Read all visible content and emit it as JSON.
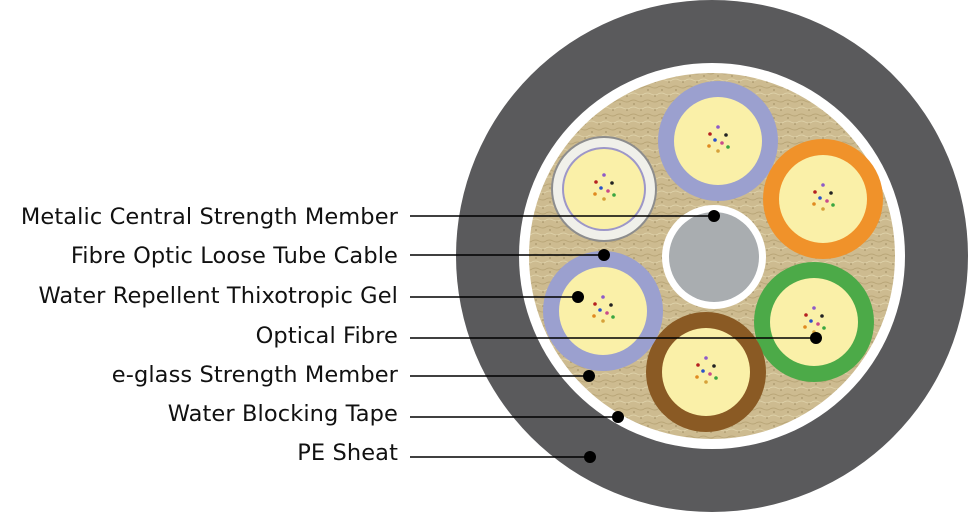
{
  "labels": [
    "Metalic Central Strength Member",
    "Fibre Optic Loose Tube Cable",
    "Water Repellent Thixotropic Gel",
    "Optical Fibre",
    "e-glass Strength Member",
    "Water Blocking Tape",
    "PE Sheat"
  ],
  "colors": {
    "sheath": "#5a5a5c",
    "tape": "#ffffff",
    "yarn": "#cbb98f",
    "central_member": "#a9adb0",
    "gel": "#faf0a8",
    "tube_colors": [
      "#f0f0ea",
      "#9ba0cf",
      "#f0922a",
      "#4caa48",
      "#8a5a24",
      "#9ba0cf"
    ],
    "leader": "#000000"
  }
}
